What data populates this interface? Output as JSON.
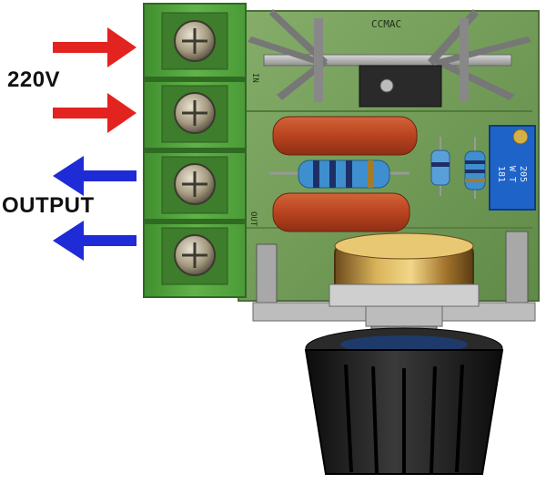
{
  "labels": {
    "input_voltage": "220V",
    "output": "OUTPUT"
  },
  "board_text": {
    "brand": "CCMAC",
    "in_marking": "IN",
    "out_marking": "OUT",
    "trimmer_code": "205",
    "trimmer_model": "W T",
    "trimmer_id": "181"
  },
  "colors": {
    "input_arrow": "#e3231f",
    "output_arrow": "#1f2bd6",
    "terminal_green": "#54a63d",
    "pcb_green": "#6f9a55",
    "capacitor": "#c24a23",
    "trimmer_blue": "#1e64c8",
    "knob": "#1b1b1b"
  },
  "icons": [
    "right-arrow-icon",
    "left-arrow-icon"
  ]
}
